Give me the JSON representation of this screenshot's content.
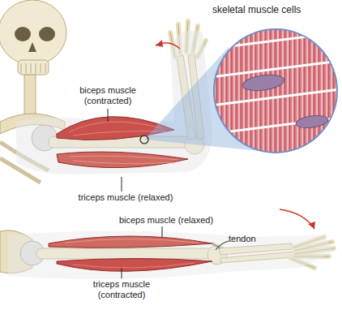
{
  "diagram": {
    "labels": [
      "skeletal muscle cells",
      "biceps muscle (contracted)",
      "triceps muscle (relaxed)",
      "biceps muscle (relaxed)",
      "tendon",
      "triceps muscle (contracted)"
    ]
  }
}
